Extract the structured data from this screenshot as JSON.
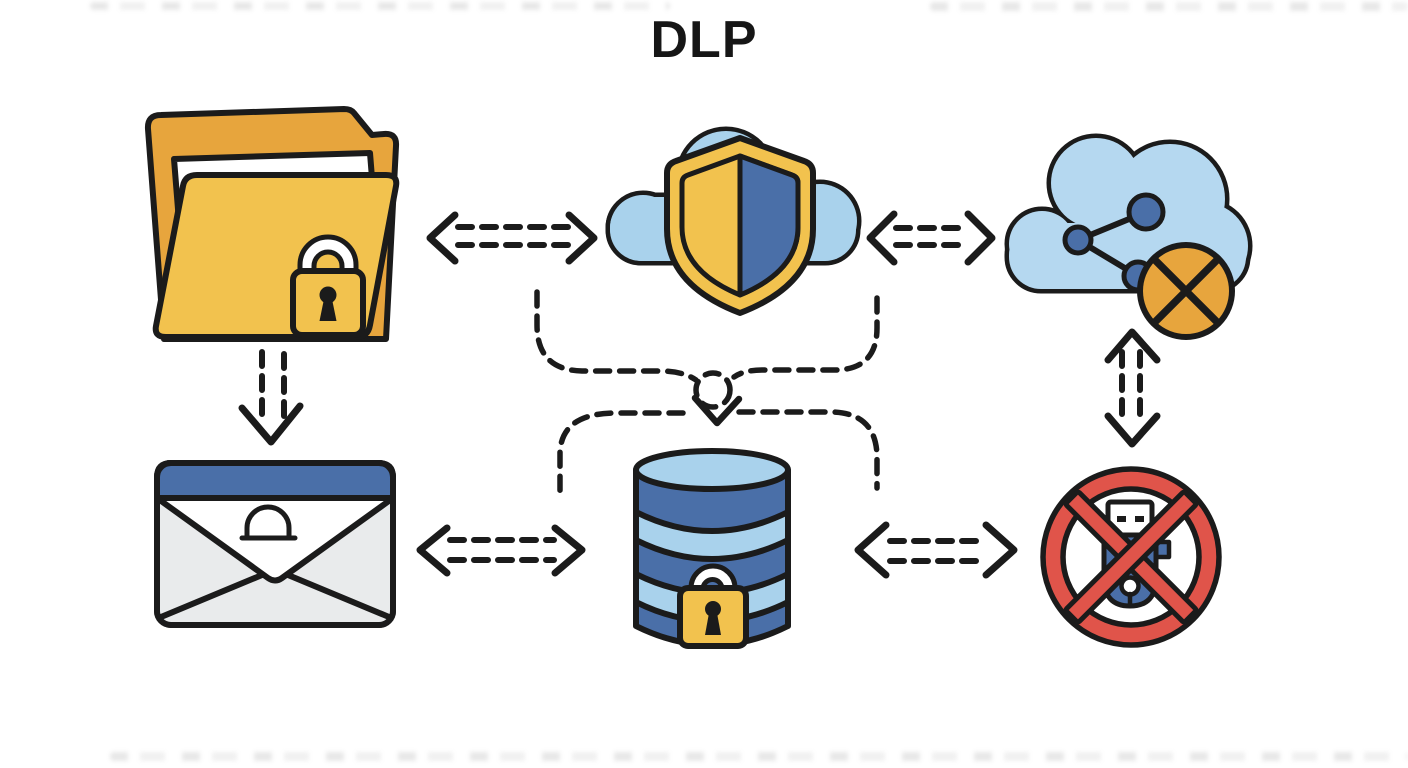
{
  "title": "DLP",
  "palette": {
    "background": "#ffffff",
    "outline": "#1b1b1b",
    "title_color": "#161616",
    "yellow": "#f2c24e",
    "orange": "#e7a53d",
    "blue": "#4a6fa8",
    "light_blue": "#a9d2ec",
    "pale_blue": "#b5d8f0",
    "red": "#e0544a",
    "gray": "#e9ebec",
    "white": "#ffffff"
  },
  "nodes": [
    {
      "id": "locked-folder",
      "icon": "folder-lock-icon",
      "position": "top-left"
    },
    {
      "id": "dlp-shield",
      "icon": "shield-cloud-icon",
      "position": "top-center"
    },
    {
      "id": "cloud-share-blocked",
      "icon": "cloud-share-block-icon",
      "position": "top-right"
    },
    {
      "id": "email-envelope",
      "icon": "envelope-lock-icon",
      "position": "bottom-left"
    },
    {
      "id": "database-lock",
      "icon": "database-lock-icon",
      "position": "bottom-center"
    },
    {
      "id": "usb-blocked",
      "icon": "no-usb-icon",
      "position": "bottom-right"
    }
  ],
  "connections": [
    {
      "from": "locked-folder",
      "to": "dlp-shield",
      "style": "dashed-double-arrow-horizontal"
    },
    {
      "from": "dlp-shield",
      "to": "cloud-share-blocked",
      "style": "dashed-double-arrow-horizontal"
    },
    {
      "from": "locked-folder",
      "to": "email-envelope",
      "style": "dashed-arrow-down"
    },
    {
      "from": "dlp-shield",
      "to": "database-lock",
      "style": "dashed-curved-merge-arrow"
    },
    {
      "from": "email-envelope",
      "to": "database-lock",
      "style": "dashed-double-arrow-horizontal"
    },
    {
      "from": "database-lock",
      "to": "usb-blocked",
      "style": "dashed-double-arrow-horizontal"
    },
    {
      "from": "cloud-share-blocked",
      "to": "usb-blocked",
      "style": "dashed-double-arrow-vertical"
    }
  ]
}
